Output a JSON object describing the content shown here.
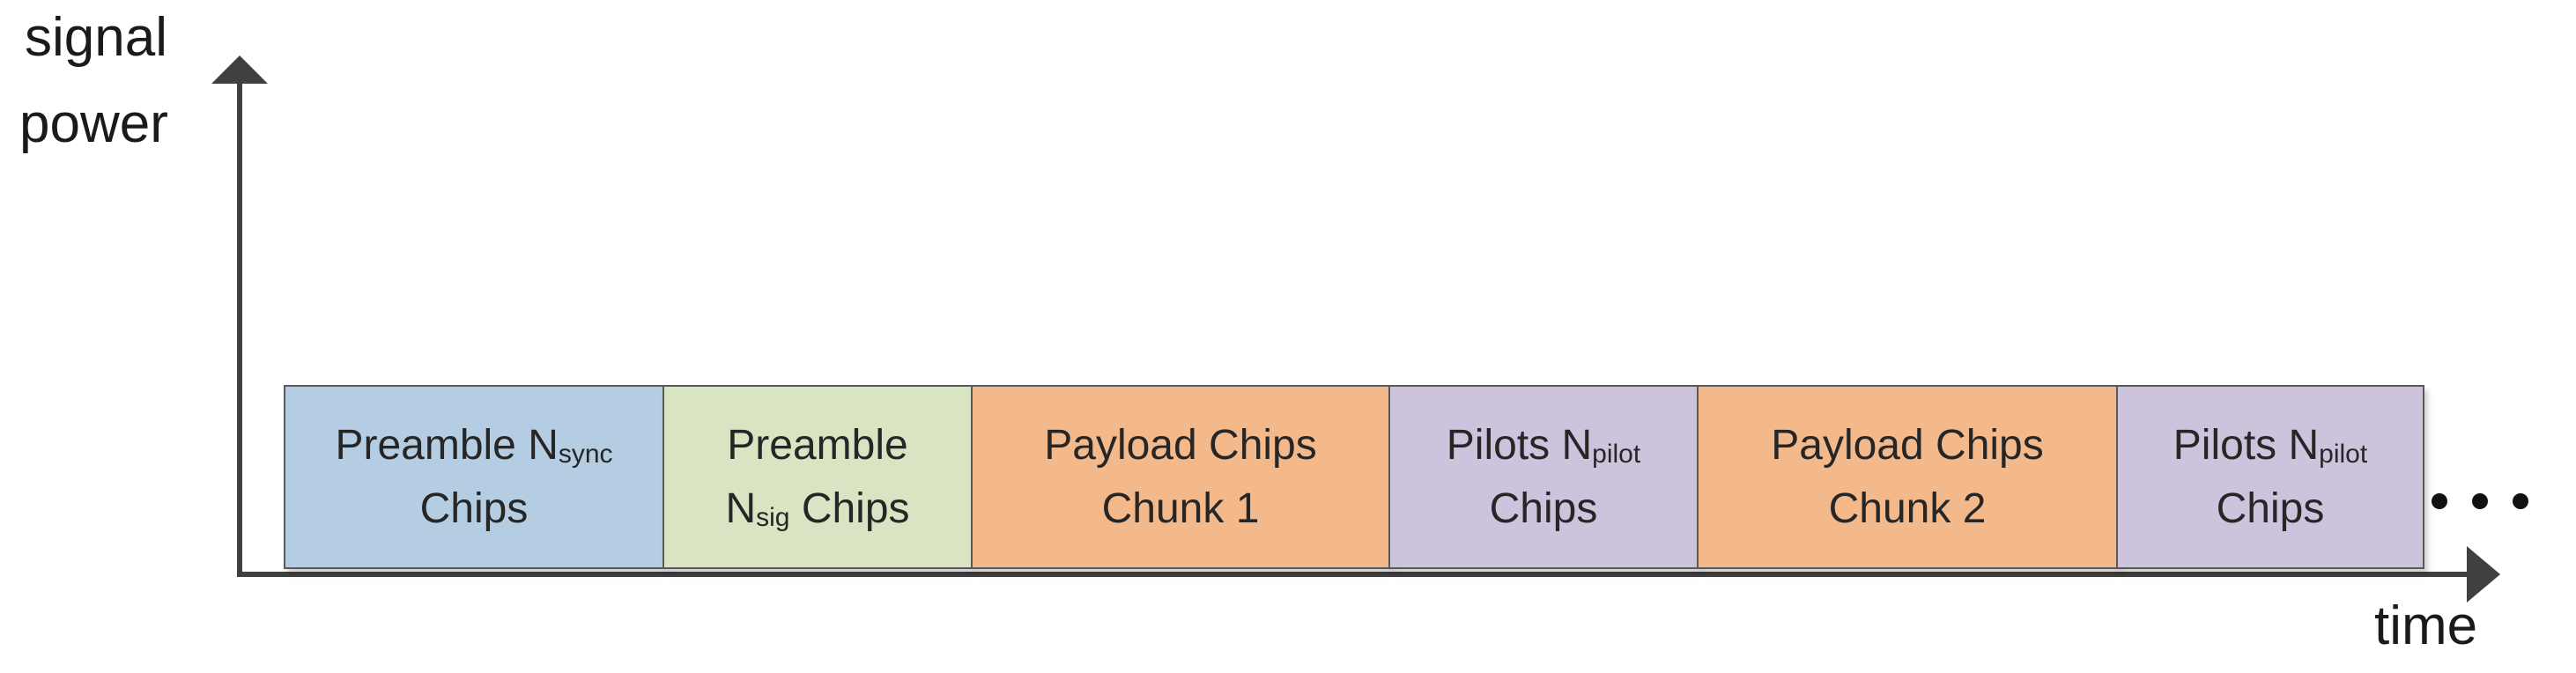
{
  "axes": {
    "y_label_line1": "signal",
    "y_label_line2": "power",
    "x_label": "time",
    "axis_color": "#404040"
  },
  "blocks": [
    {
      "line1_main": "Preamble N",
      "line1_sub": "sync",
      "line2_main": "Chips",
      "line2_sub": "",
      "line2_tail": "",
      "color": "#b4cde2"
    },
    {
      "line1_main": "Preamble",
      "line1_sub": "",
      "line2_main": "N",
      "line2_sub": "sig",
      "line2_tail": " Chips",
      "color": "#d8e4c2"
    },
    {
      "line1_main": "Payload Chips",
      "line1_sub": "",
      "line2_main": "Chunk 1",
      "line2_sub": "",
      "line2_tail": "",
      "color": "#f4b98b"
    },
    {
      "line1_main": "Pilots N",
      "line1_sub": "pilot",
      "line2_main": "Chips",
      "line2_sub": "",
      "line2_tail": "",
      "color": "#cdc3dd"
    },
    {
      "line1_main": "Payload Chips",
      "line1_sub": "",
      "line2_main": "Chunk 2",
      "line2_sub": "",
      "line2_tail": "",
      "color": "#f4b98b"
    },
    {
      "line1_main": "Pilots N",
      "line1_sub": "pilot",
      "line2_main": "Chips",
      "line2_sub": "",
      "line2_tail": "",
      "color": "#cdc3dd"
    }
  ],
  "continuation": "…"
}
